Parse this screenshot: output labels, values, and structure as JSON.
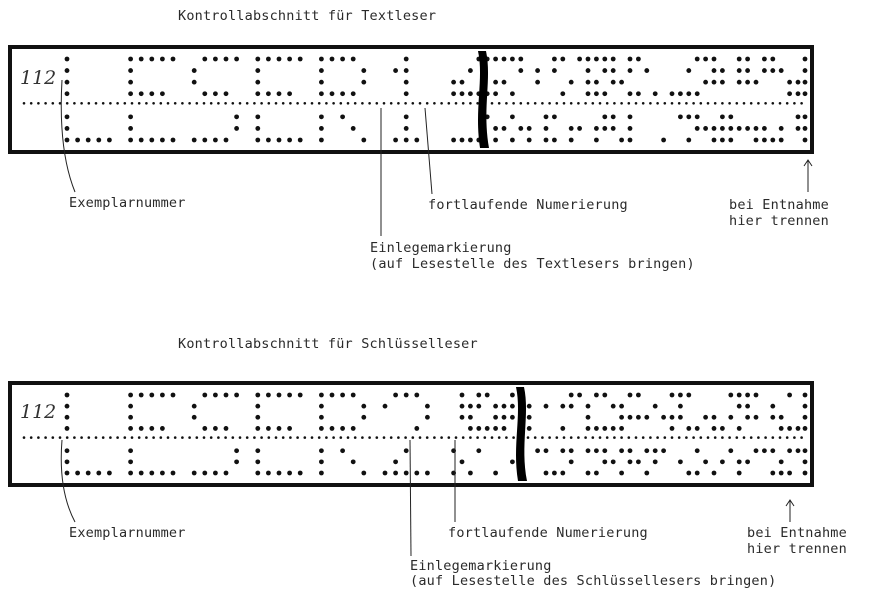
{
  "section1": {
    "title": "Kontrollabschnitt für Textleser",
    "copy_number": "112",
    "exemplar_label": "Exemplarnummer",
    "numbering_label": "fortlaufende Numerierung",
    "marking_label": "Einlegemarkierung",
    "marking_sub": "(auf Lesestelle des Textlesers bringen)",
    "cut_label_1": "bei Entnahme",
    "cut_label_2": "hier trennen",
    "punched_text": "LESER1"
  },
  "section2": {
    "title": "Kontrollabschnitt für Schlüsselleser",
    "copy_number": "112",
    "exemplar_label": "Exemplarnummer",
    "numbering_label": "fortlaufende Numerierung",
    "marking_label": "Einlegemarkierung",
    "marking_sub": "(auf Lesestelle des Schlüssellesers bringen)",
    "cut_label_1": "bei Entnahme",
    "cut_label_2": "hier trennen",
    "punched_text": "LESER2"
  },
  "colors": {
    "ink": "#111111",
    "text": "#2a2a2a",
    "paper": "#ffffff"
  }
}
